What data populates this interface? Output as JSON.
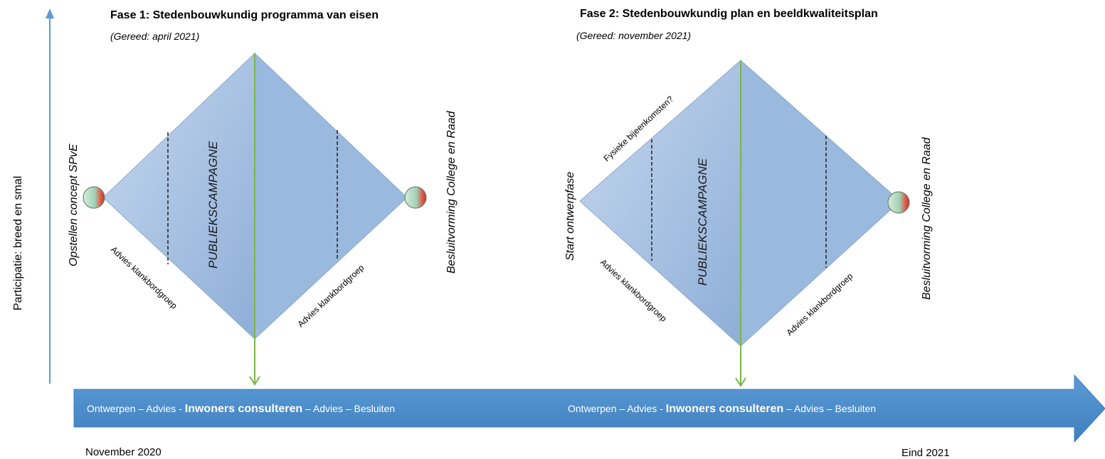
{
  "axis": {
    "label": "Participatie: breed en smal"
  },
  "phase1": {
    "title": "Fase 1: Stedenbouwkundig programma van eisen",
    "subtitle": "(Gereed: april 2021)",
    "left_label": "Opstellen concept SPvE",
    "right_label": "Besluitvorming College en Raad",
    "center_label": "PUBLIEKSCAMPAGNE",
    "advies_left": "Advies klankbordgroep",
    "advies_right": "Advies klankbordgroep"
  },
  "phase2": {
    "title": "Fase 2: Stedenbouwkundig plan en beeldkwaliteitsplan",
    "subtitle": "(Gereed: november 2021)",
    "left_label": "Start ontwerpfase",
    "right_label": "Besluitvorming College en Raad",
    "center_label": "PUBLIEKSCAMPAGNE",
    "top_left_label": "Fysieke bijeenkomsten?",
    "advies_left": "Advies klankbordgroep",
    "advies_right": "Advies klankbordgroep"
  },
  "timeline": {
    "segment1": {
      "pre": "Ontwerpen – Advies - ",
      "strong": "Inwoners consulteren",
      "post": " – Advies – Besluiten"
    },
    "segment2": {
      "pre": "Ontwerpen – Advies - ",
      "strong": "Inwoners consulteren",
      "post": " – Advies – Besluiten"
    },
    "start_label": "November 2020",
    "end_label": "Eind 2021"
  },
  "colors": {
    "diamond_light": "#b8cfe8",
    "diamond_dark": "#8fb0d8",
    "arrow_fill": "#4f8fd0",
    "arrow_dark": "#3d79b8",
    "green_line": "#7ab648",
    "axis_arrow": "#5b9bd5"
  }
}
